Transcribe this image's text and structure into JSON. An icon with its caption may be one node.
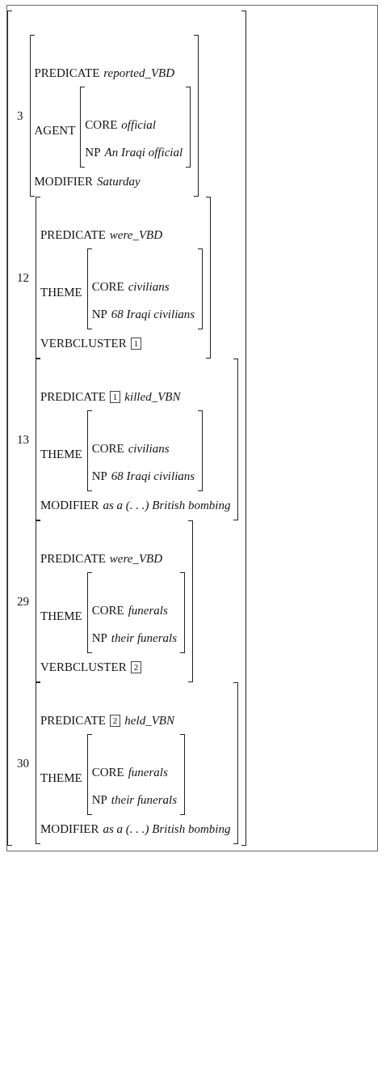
{
  "diagram": {
    "nodes": [
      {
        "text": [],
        "shape": "bracket"
      },
      {
        "text": [
          "PREDICATE",
          "reported_VBD",
          "MODIFIER",
          "Saturday"
        ],
        "beside": [
          "3"
        ],
        "in": 0
      },
      {
        "text": [
          "AGENT",
          "CORE",
          "official",
          "NP",
          "An Iraqi official"
        ],
        "in": 1
      },
      {
        "text": [
          "PREDICATE",
          "were_VBD",
          "VERBCLUSTER"
        ],
        "beside": [
          "12"
        ],
        "in": 0
      },
      {
        "text": [
          "THEME",
          "CORE",
          "civilians",
          "NP",
          "68 Iraqi civilians"
        ],
        "in": 3
      },
      {
        "text": [
          "1"
        ],
        "in": 3
      },
      {
        "text": [
          "PREDICATE",
          "killed_VBN",
          "MODIFIER",
          "as a (. . .) British bombing"
        ],
        "beside": [
          "13"
        ],
        "in": 0
      },
      {
        "text": [
          "1"
        ],
        "in": 6
      },
      {
        "text": [
          "THEME",
          "CORE",
          "civilians",
          "NP",
          "68 Iraqi civilians"
        ],
        "in": 6
      },
      {
        "text": [
          "PREDICATE",
          "were_VBD",
          "VERBCLUSTER"
        ],
        "beside": [
          "29"
        ],
        "in": 0
      },
      {
        "text": [
          "THEME",
          "CORE",
          "funerals",
          "NP",
          "their funerals"
        ],
        "in": 9
      },
      {
        "text": [
          "2"
        ],
        "in": 9
      },
      {
        "text": [
          "PREDICATE",
          "held_VBN",
          "MODIFIER",
          "as a (. . .) British bombing"
        ],
        "beside": [
          "30"
        ],
        "in": 0
      },
      {
        "text": [
          "2"
        ],
        "in": 12
      },
      {
        "text": [
          "THEME",
          "CORE",
          "funerals",
          "NP",
          "their funerals"
        ],
        "in": 12
      }
    ],
    "edges": []
  }
}
